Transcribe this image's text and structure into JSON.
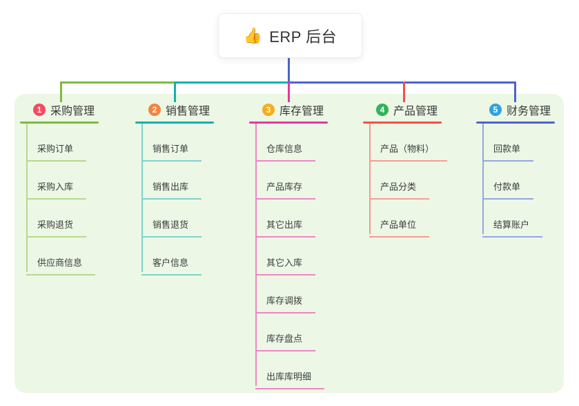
{
  "root": {
    "icon": "👍",
    "label": "ERP 后台",
    "connector_color": "#4a63d0"
  },
  "panel": {
    "bg": "#ecf7e6"
  },
  "branches": [
    {
      "badge": "1",
      "title": "采购管理",
      "badge_color": "#f54a61",
      "line_color": "#7eba3d",
      "sub_line_color": "#b6d98c",
      "children": [
        "采购订单",
        "采购入库",
        "采购退货",
        "供应商信息"
      ]
    },
    {
      "badge": "2",
      "title": "销售管理",
      "badge_color": "#f8833c",
      "line_color": "#14b1a8",
      "sub_line_color": "#7fd2cb",
      "children": [
        "销售订单",
        "销售出库",
        "销售退货",
        "客户信息"
      ]
    },
    {
      "badge": "3",
      "title": "库存管理",
      "badge_color": "#f7ad17",
      "line_color": "#e1399b",
      "sub_line_color": "#ee86c4",
      "children": [
        "仓库信息",
        "产品库存",
        "其它出库",
        "其它入库",
        "库存调拨",
        "库存盘点",
        "出库库明细"
      ]
    },
    {
      "badge": "4",
      "title": "产品管理",
      "badge_color": "#2fb457",
      "line_color": "#f25044",
      "sub_line_color": "#f79b90",
      "children": [
        "产品（物料）",
        "产品分类",
        "产品单位"
      ]
    },
    {
      "badge": "5",
      "title": "财务管理",
      "badge_color": "#30a3dd",
      "line_color": "#4a63d0",
      "sub_line_color": "#93a6e0",
      "children": [
        "回款单",
        "付款单",
        "结算账户"
      ]
    }
  ]
}
